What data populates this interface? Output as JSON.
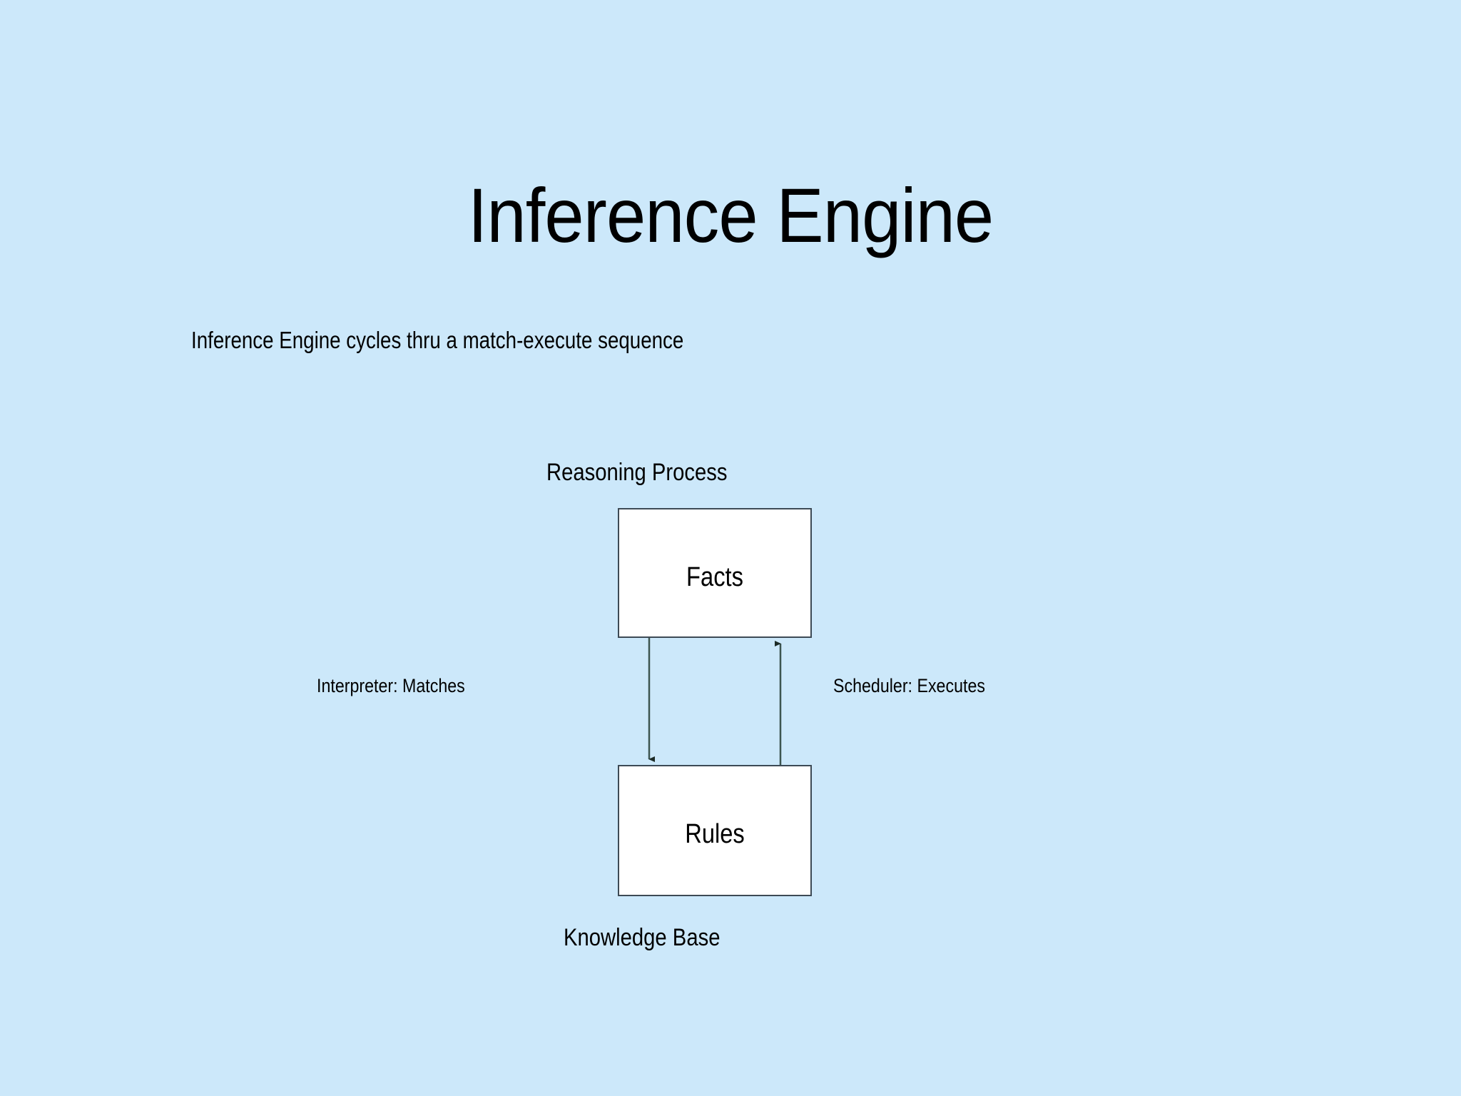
{
  "slide": {
    "title": "Inference Engine",
    "subtitle": "Inference Engine cycles thru a match-execute sequence",
    "background_color": "#cce8fa",
    "text_color": "#000000"
  },
  "diagram": {
    "type": "flow",
    "top_caption": "Reasoning Process",
    "bottom_caption": "Knowledge Base",
    "node_fill": "#ffffff",
    "node_border_color": "#3d4a55",
    "edge_color": "#3d5550",
    "nodes": [
      {
        "id": "facts",
        "label": "Facts"
      },
      {
        "id": "rules",
        "label": "Rules"
      }
    ],
    "edges": [
      {
        "id": "interpreter",
        "label": "Interpreter: Matches",
        "from": "facts",
        "to": "rules",
        "direction": "down"
      },
      {
        "id": "scheduler",
        "label": "Scheduler: Executes",
        "from": "rules",
        "to": "facts",
        "direction": "up"
      }
    ]
  }
}
